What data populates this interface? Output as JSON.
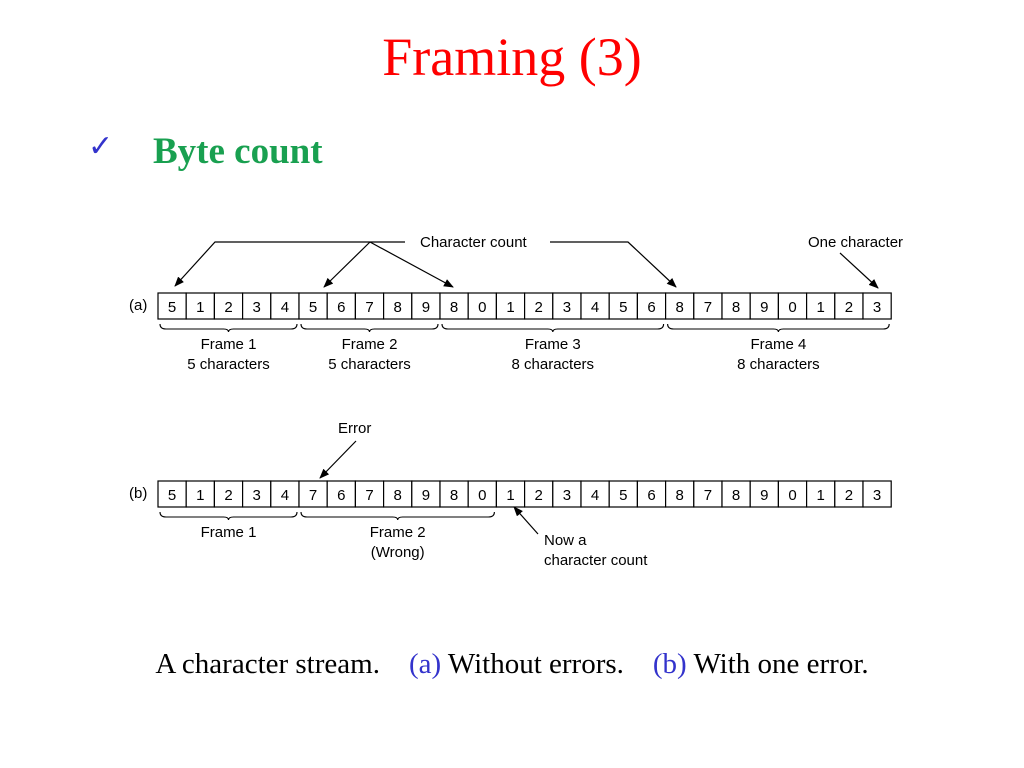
{
  "title": "Framing (3)",
  "bullet": {
    "check_icon": "checkmark-icon",
    "text": "Byte count"
  },
  "diagram": {
    "labels": {
      "character_count": "Character count",
      "one_character": "One character",
      "error": "Error",
      "now_a": "Now a",
      "character_count_lower": "character count"
    },
    "row_a": {
      "label": "(a)",
      "cells": [
        "5",
        "1",
        "2",
        "3",
        "4",
        "5",
        "6",
        "7",
        "8",
        "9",
        "8",
        "0",
        "1",
        "2",
        "3",
        "4",
        "5",
        "6",
        "8",
        "7",
        "8",
        "9",
        "0",
        "1",
        "2",
        "3"
      ],
      "frames": [
        {
          "name": "Frame 1",
          "sub": "5 characters",
          "start": 0,
          "end": 4
        },
        {
          "name": "Frame 2",
          "sub": "5 characters",
          "start": 5,
          "end": 9
        },
        {
          "name": "Frame 3",
          "sub": "8 characters",
          "start": 10,
          "end": 17
        },
        {
          "name": "Frame 4",
          "sub": "8 characters",
          "start": 18,
          "end": 25
        }
      ]
    },
    "row_b": {
      "label": "(b)",
      "cells": [
        "5",
        "1",
        "2",
        "3",
        "4",
        "7",
        "6",
        "7",
        "8",
        "9",
        "8",
        "0",
        "1",
        "2",
        "3",
        "4",
        "5",
        "6",
        "8",
        "7",
        "8",
        "9",
        "0",
        "1",
        "2",
        "3"
      ],
      "frames": [
        {
          "name": "Frame 1",
          "sub": "",
          "start": 0,
          "end": 4
        },
        {
          "name": "Frame 2",
          "sub": "(Wrong)",
          "start": 5,
          "end": 11
        }
      ]
    }
  },
  "caption": {
    "intro": "A character stream.",
    "a_tag": "(a)",
    "a_text": "Without errors.",
    "b_tag": "(b)",
    "b_text": "With one error."
  }
}
